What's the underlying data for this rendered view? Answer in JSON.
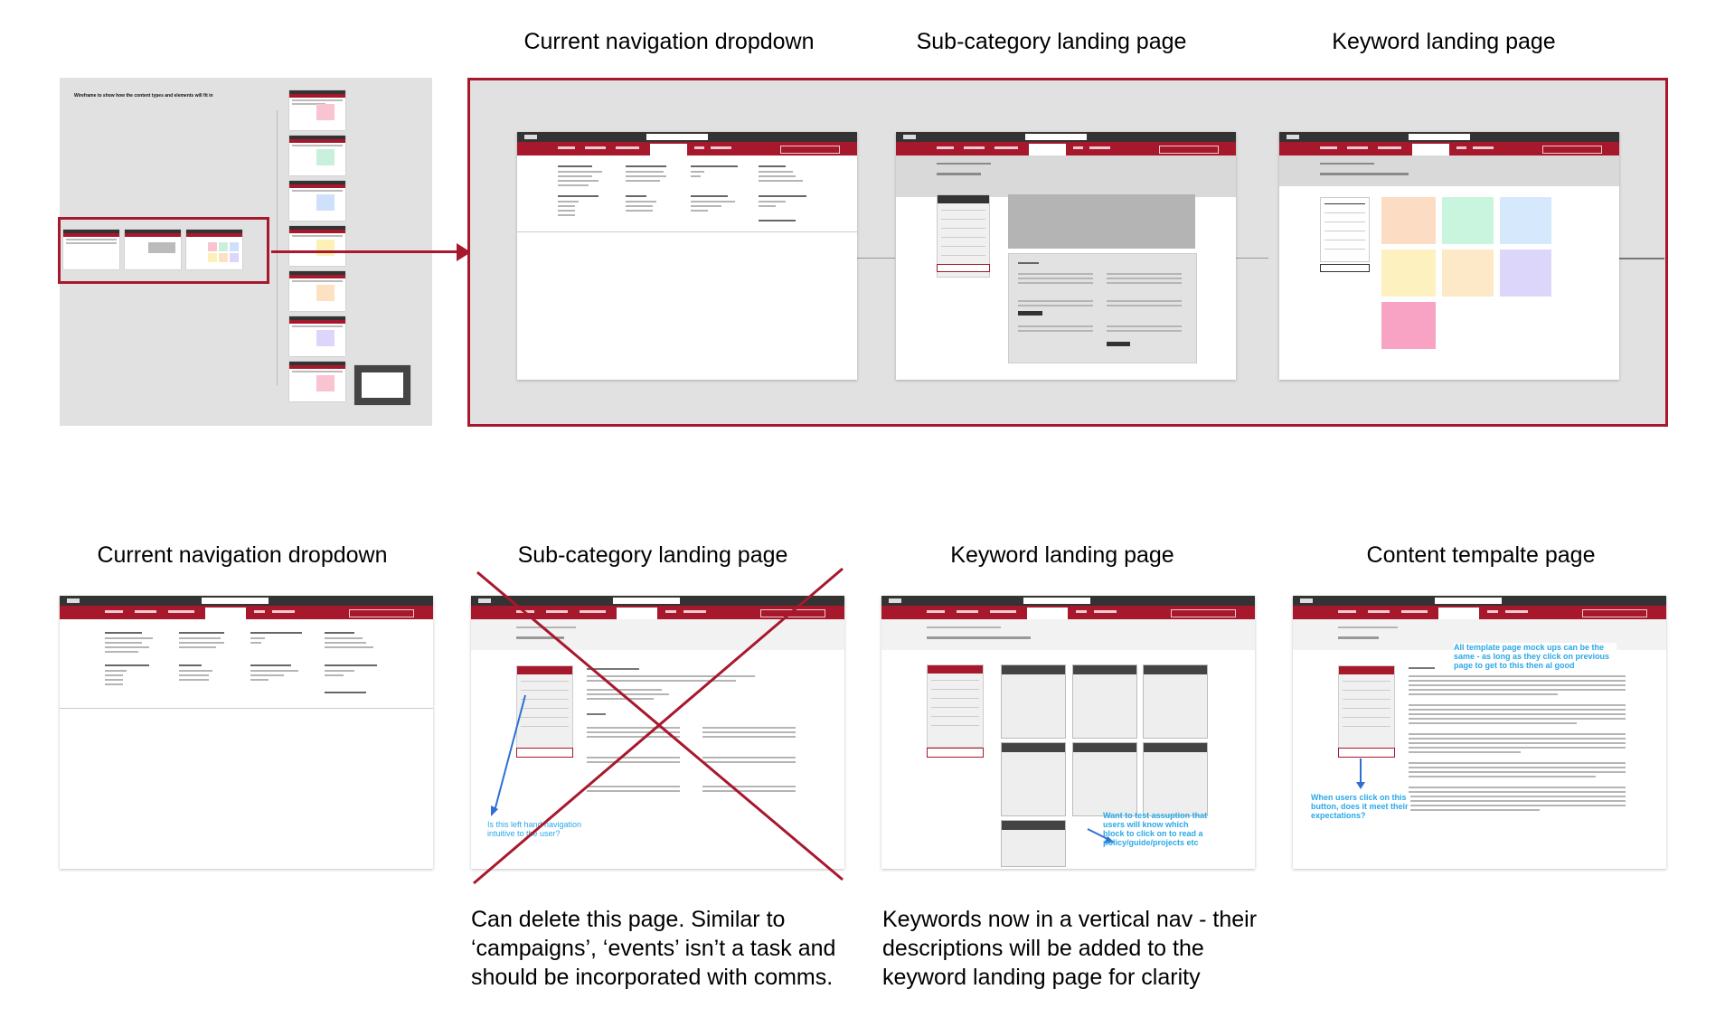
{
  "top_row": {
    "headings": [
      "Current navigation dropdown",
      "Sub-category landing page",
      "Keyword landing page"
    ]
  },
  "overview": {
    "title": "Wireframe to show how the content types and elements will fit in"
  },
  "bottom_row": {
    "headings": [
      "Current navigation dropdown",
      "Sub-category landing page",
      "Keyword landing page",
      "Content tempalte page"
    ]
  },
  "notes": {
    "delete_page": "Can delete this page. Similar to ‘campaigns’, ‘events’ isn’t a task and should be incorporated with comms.",
    "keywords_nav": "Keywords now in a vertical nav - their descriptions will be added to the keyword landing page for clarity"
  },
  "annotations": {
    "left_nav_question": "Is this left hand navigation intuitive to the user?",
    "test_assumption": "Want to test assuption that users will know which block to click on to read a policy/guide/projects etc",
    "template_same": "All template page mock ups can be the same - as long as they click on previous page to get to this then al good",
    "button_question": "When users click on this button, does it meet their expectations?"
  },
  "colors": {
    "brand_red": "#a8182c",
    "annotation_blue": "#2aa8e8",
    "canvas_grey": "#e1e1e1"
  }
}
